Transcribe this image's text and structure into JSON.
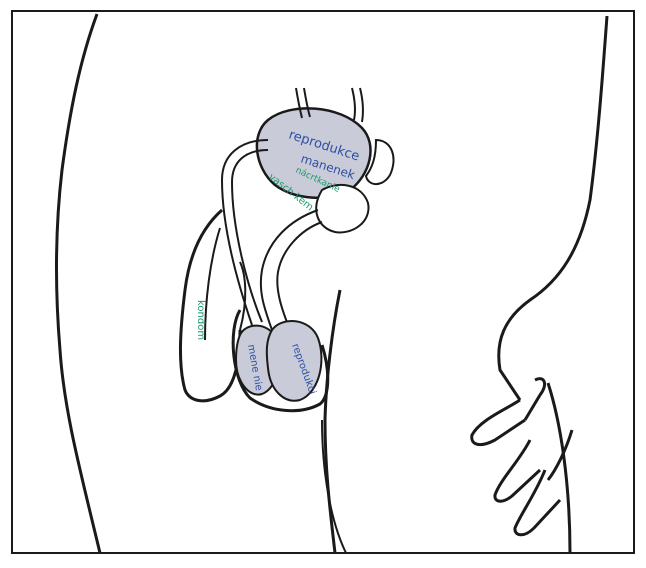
{
  "colors": {
    "outline": "#1a1a1a",
    "organ_fill": "#c9cbd8",
    "blue_ink": "#2d4fa3",
    "green_ink": "#1f9a6b"
  },
  "labels": {
    "upper_organ_blue": "reprodukce",
    "upper_organ_blue2": "manenek",
    "upper_green_1": "nácrtkanie",
    "upper_green_2": "vasch kem",
    "left_green": "kondom",
    "lower_left_blue": "mene nie",
    "lower_right_blue": "reprodukci"
  }
}
